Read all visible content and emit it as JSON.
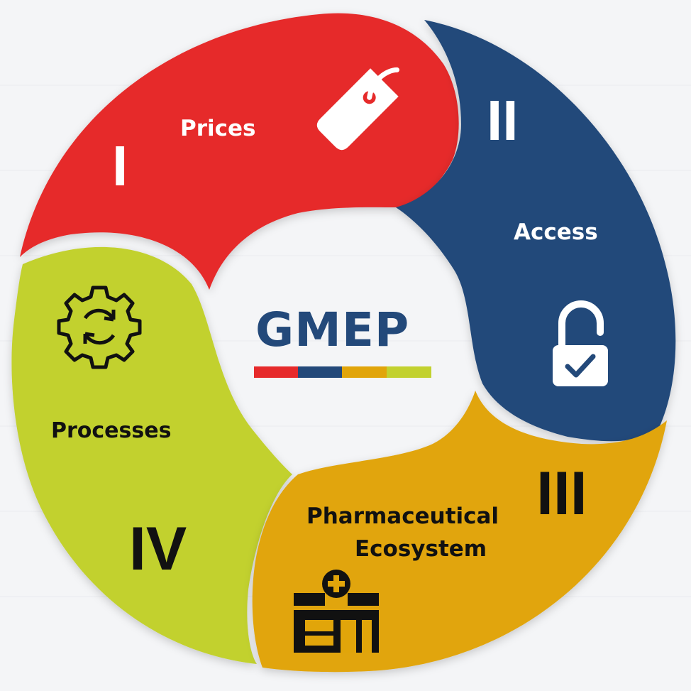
{
  "center": {
    "title": "GMEP",
    "bar_colors": [
      "#e62a2b",
      "#23497a",
      "#e1a50a",
      "#c2d12f"
    ]
  },
  "segments": [
    {
      "numeral": "I",
      "label": "Prices",
      "icon": "price-tag-icon",
      "color": "#e62a2b"
    },
    {
      "numeral": "II",
      "label": "Access",
      "icon": "padlock-check-icon",
      "color": "#23497a"
    },
    {
      "numeral": "III",
      "label": "Pharmaceutical Ecosystem",
      "label_lines": [
        "Pharmaceutical",
        "Ecosystem"
      ],
      "icon": "pharmacy-building-icon",
      "color": "#e1a50a"
    },
    {
      "numeral": "IV",
      "label": "Processes",
      "icon": "gear-cycle-icon",
      "color": "#c2d12f"
    }
  ],
  "colors": {
    "title": "#23497a",
    "segment_text_light": "#ffffff",
    "segment_text_dark": "#111111"
  }
}
